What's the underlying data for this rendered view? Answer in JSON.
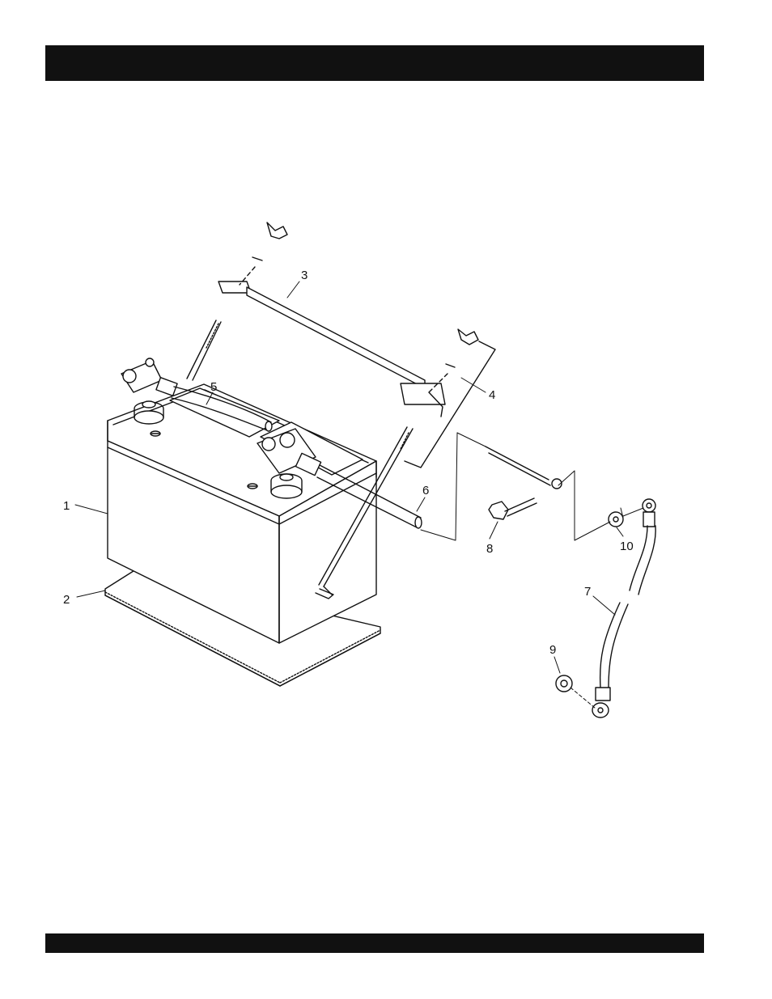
{
  "diagram": {
    "callouts": [
      {
        "id": "1",
        "label": "1"
      },
      {
        "id": "2",
        "label": "2"
      },
      {
        "id": "3",
        "label": "3"
      },
      {
        "id": "4",
        "label": "4"
      },
      {
        "id": "5",
        "label": "5"
      },
      {
        "id": "6",
        "label": "6"
      },
      {
        "id": "7",
        "label": "7"
      },
      {
        "id": "8",
        "label": "8"
      },
      {
        "id": "9",
        "label": "9"
      },
      {
        "id": "10",
        "label": "10"
      }
    ],
    "parts": [
      "battery",
      "battery-pad",
      "hold-down-bar",
      "j-bolt",
      "positive-cable",
      "negative-cable",
      "ground-cable",
      "hex-bolt",
      "lock-washer",
      "lock-washer"
    ]
  }
}
